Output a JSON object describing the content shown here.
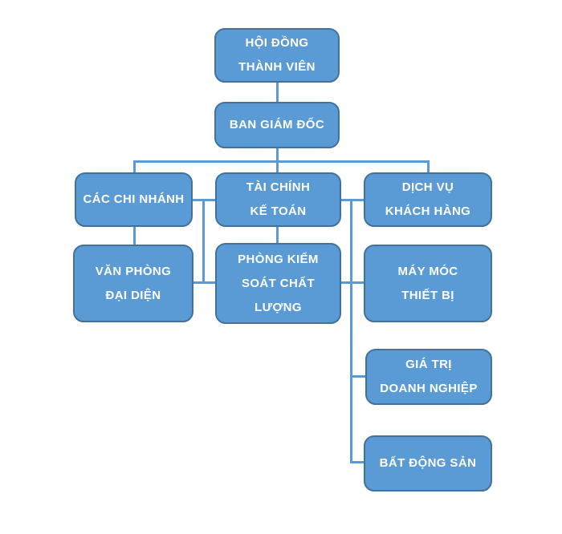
{
  "diagram": {
    "type": "org-chart",
    "colors": {
      "node_fill": "#5b9bd5",
      "node_border": "#41719c",
      "connector": "#5b9bd5",
      "text": "#ffffff",
      "background": "#ffffff"
    },
    "nodes": [
      {
        "id": "hoi-dong-thanh-vien",
        "label": "HỘI ĐỒNG\nTHÀNH VIÊN"
      },
      {
        "id": "ban-giam-doc",
        "label": "BAN GIÁM ĐỐC"
      },
      {
        "id": "cac-chi-nhanh",
        "label": "CÁC CHI NHÁNH"
      },
      {
        "id": "tai-chinh-ke-toan",
        "label": "TÀI CHÍNH\nKẾ TOÁN"
      },
      {
        "id": "dich-vu-khach-hang",
        "label": "DỊCH VỤ\nKHÁCH HÀNG"
      },
      {
        "id": "van-phong-dai-dien",
        "label": "VĂN PHÒNG\nĐẠI DIỆN"
      },
      {
        "id": "phong-kiem-soat-chat-luong",
        "label": "PHÒNG KIỂM\nSOÁT CHẤT\nLƯỢNG"
      },
      {
        "id": "may-moc-thiet-bi",
        "label": "MÁY MÓC\nTHIẾT BỊ"
      },
      {
        "id": "gia-tri-doanh-nghiep",
        "label": "GIÁ TRỊ\nDOANH NGHIỆP"
      },
      {
        "id": "bat-dong-san",
        "label": "BẤT ĐỘNG SẢN"
      }
    ],
    "edges": [
      {
        "from": "hoi-dong-thanh-vien",
        "to": "ban-giam-doc"
      },
      {
        "from": "ban-giam-doc",
        "to": "cac-chi-nhanh"
      },
      {
        "from": "ban-giam-doc",
        "to": "tai-chinh-ke-toan"
      },
      {
        "from": "ban-giam-doc",
        "to": "dich-vu-khach-hang"
      },
      {
        "from": "cac-chi-nhanh",
        "to": "tai-chinh-ke-toan"
      },
      {
        "from": "cac-chi-nhanh",
        "to": "van-phong-dai-dien"
      },
      {
        "from": "tai-chinh-ke-toan",
        "to": "phong-kiem-soat-chat-luong"
      },
      {
        "from": "tai-chinh-ke-toan",
        "to": "dich-vu-khach-hang"
      },
      {
        "from": "van-phong-dai-dien",
        "to": "phong-kiem-soat-chat-luong"
      },
      {
        "from": "phong-kiem-soat-chat-luong",
        "to": "may-moc-thiet-bi"
      },
      {
        "from": "tai-chinh-ke-toan",
        "to": "gia-tri-doanh-nghiep"
      },
      {
        "from": "tai-chinh-ke-toan",
        "to": "bat-dong-san"
      }
    ]
  }
}
